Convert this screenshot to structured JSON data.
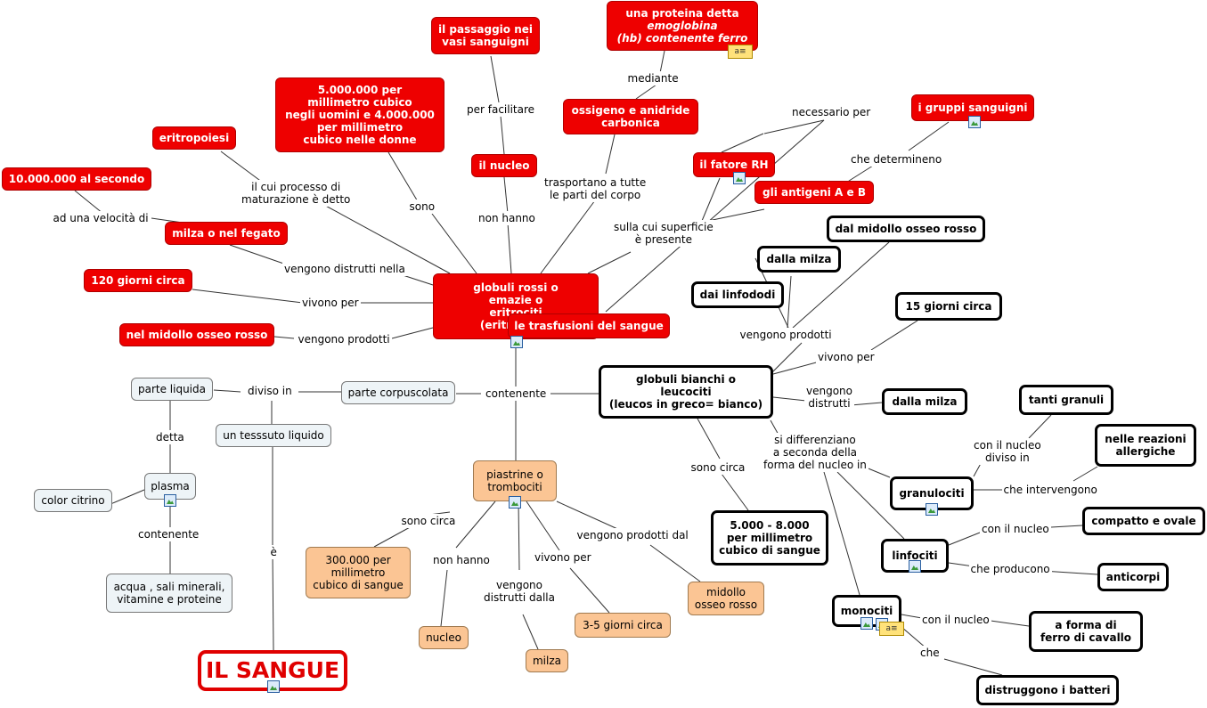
{
  "nodes": {
    "root": "IL SANGUE",
    "tessuto": "un tesssuto liquido",
    "parte_liquida": "parte liquida",
    "parte_corpuscolata": "parte corpuscolata",
    "plasma": "plasma",
    "color_citrino": "color citrino",
    "acqua": "acqua , sali minerali,\nvitamine e proteine",
    "globuli_rossi": "globuli rossi o\nemazie o\neritrociti\n(eritros in g",
    "trasfusioni": "le trasfusioni del sangue",
    "eritropoiesi": "eritropoiesi",
    "diecimilioni": "10.000.000 al secondo",
    "milza_fegato": "milza o nel fegato",
    "centoventi": "120 giorni circa",
    "midollo_rosso_red": "nel midollo osseo rosso",
    "cinquemilioni": "5.000.000 per\nmillimetro cubico\nnegli uomini e 4.000.000\nper millimetro\ncubico nelle donne",
    "nucleo_red": "il nucleo",
    "passaggio": "il passaggio nei\nvasi sanguigni",
    "ossigeno": "ossigeno e anidride\ncarbonica",
    "proteina_l1": "una proteina detta",
    "proteina_l2": "emoglobina",
    "proteina_l3": "(hb) contenente ferro",
    "fattore_rh": "il fatore RH",
    "antigeni": "gli antigeni A e B",
    "gruppi": "i gruppi sanguigni",
    "globuli_bianchi": "globuli bianchi o\nleucociti\n(leucos in greco= bianco)",
    "dal_midollo": "dal midollo osseo rosso",
    "dalla_milza_top": "dalla milza",
    "linfododi": "dai linfododi",
    "quindici": "15 giorni circa",
    "dalla_milza_mid": "dalla milza",
    "cinquemila": "5.000 - 8.000\nper millimetro\ncubico di sangue",
    "granulociti": "granulociti",
    "tanti_granuli": "tanti granuli",
    "reazioni": "nelle reazioni\nallergiche",
    "linfociti": "linfociti",
    "compatto": "compatto e ovale",
    "anticorpi": "anticorpi",
    "monociti": "monociti",
    "ferro_cavallo": "a forma di\nferro di cavallo",
    "batteri": "distruggono i batteri",
    "piastrine": "piastrine o\ntrombociti",
    "trecentomila": "300.000 per\nmillimetro\ncubico di sangue",
    "nucleo_peach": "nucleo",
    "milza_peach": "milza",
    "tre_cinque": "3-5 giorni circa",
    "midollo_peach": "midollo\nosseo rosso"
  },
  "links": {
    "e": "è",
    "diviso_in": "diviso in",
    "detta": "detta",
    "contenente_plasma": "contenente",
    "contenente_main": "contenente",
    "cui_processo": "il cui processo di\nmaturazione è detto",
    "velocita": "ad una velocità di",
    "distrutti_nella": "vengono distrutti nella",
    "vivono_per_red": "vivono per",
    "prodotti_red": "vengono prodotti",
    "sono_red": "sono",
    "non_hanno_red": "non hanno",
    "per_facilitare": "per facilitare",
    "trasportano": "trasportano a tutte\nle parti del corpo",
    "mediante": "mediante",
    "superficie": "sulla cui superficie\nè presente",
    "necessario": "necessario per",
    "determineno": "che determineno",
    "prodotti_white": "vengono prodotti",
    "vivono_per_white": "vivono per",
    "distrutti_white": "vengono\ndistrutti",
    "sono_circa_white": "sono circa",
    "differenziano": "si differenziano\na seconda della\nforma del nucleo in",
    "nucleo_diviso": "con il nucleo\ndiviso in",
    "intervengono": "che intervengono",
    "con_nucleo_linfo": "con il nucleo",
    "producono": "che producono",
    "con_nucleo_mono": "con il nucleo",
    "che": "che",
    "sono_circa_peach": "sono circa",
    "non_hanno_peach": "non hanno",
    "distrutti_dalla": "vengono\ndistrutti dalla",
    "vivono_per_peach": "vivono per",
    "prodotti_dal": "vengono prodotti dal"
  },
  "icons": {
    "picture": "picture-icon",
    "note": "note-icon",
    "note_glyph": "a≡"
  },
  "colors": {
    "red": "#ee0000",
    "peach": "#fbc594",
    "pale": "#eef4f7",
    "root_accent": "#e00000"
  }
}
